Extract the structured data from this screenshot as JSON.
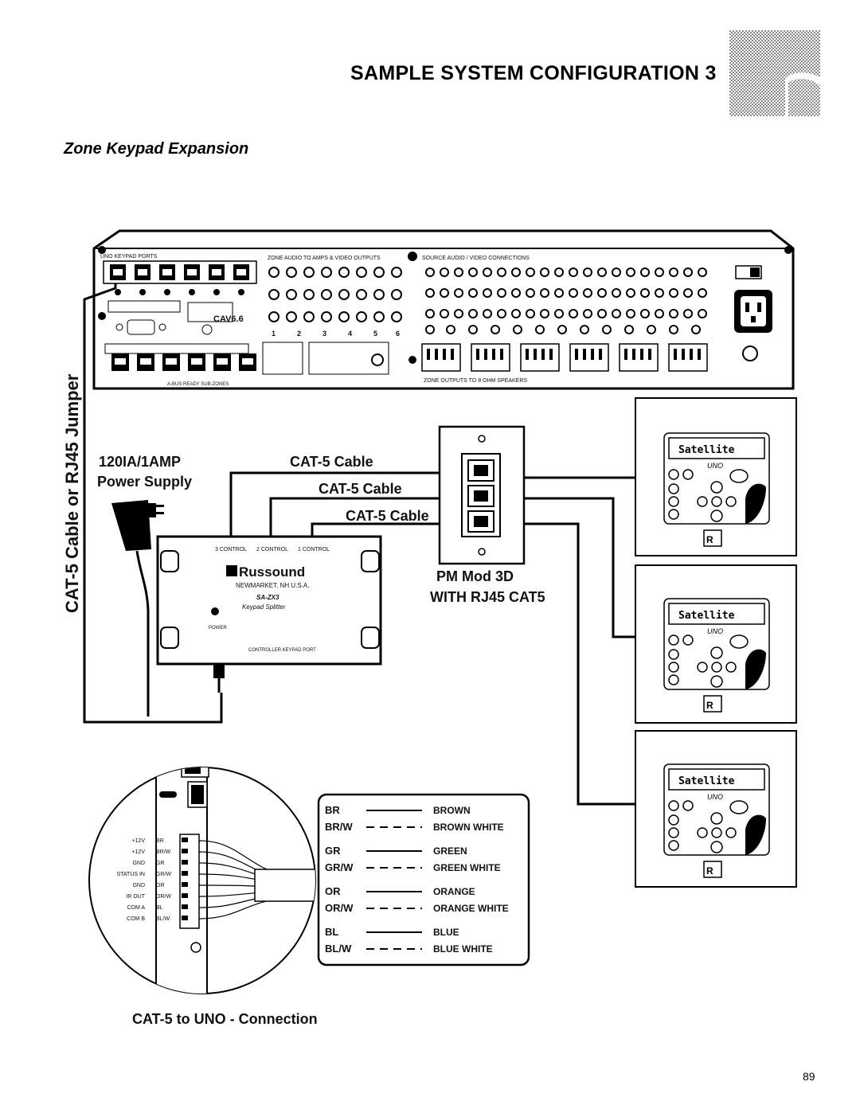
{
  "header": {
    "title": "SAMPLE SYSTEM CONFIGURATION 3",
    "subtitle": "Zone Keypad Expansion"
  },
  "controller": {
    "top_labels": [
      "UNO KEYPAD PORTS",
      "ZONE AUDIO TO AMPS & VIDEO OUTPUTS",
      "SOURCE AUDIO / VIDEO CONNECTIONS"
    ],
    "zone_numbers": [
      "1",
      "2",
      "3",
      "4",
      "5",
      "6"
    ],
    "model": "CAV6.6",
    "bottom_label": "ZONE OUTPUTS TO 8 OHM SPEAKERS",
    "sub_zones_label": "A-BUS READY SUB-ZONES"
  },
  "labels": {
    "power_supply": "120IA/1AMP\nPower Supply",
    "power_supply_line1": "120IA/1AMP",
    "power_supply_line2": "Power Supply",
    "vertical_cable": "CAT-5 Cable or RJ45 Jumper",
    "cable_1": "CAT-5 Cable",
    "cable_2": "CAT-5 Cable",
    "cable_3": "CAT-5 Cable",
    "wallplate_line1": "PM Mod 3D",
    "wallplate_line2": "WITH RJ45 CAT5"
  },
  "splitter": {
    "brand": "Russound",
    "location": "NEWMARKET, NH U.S.A.",
    "model": "SA-ZX3",
    "name": "Keypad Splitter",
    "ports": [
      "3 CONTROL",
      "2 CONTROL",
      "1 CONTROL"
    ],
    "power_label": "POWER",
    "controller_port": "CONTROLLER KEYPAD PORT"
  },
  "keypads": [
    {
      "display": "Satellite",
      "brand": "UNO"
    },
    {
      "display": "Satellite",
      "brand": "UNO"
    },
    {
      "display": "Satellite",
      "brand": "UNO"
    }
  ],
  "terminal_labels": [
    "+12V",
    "+12V",
    "GND",
    "STATUS IN",
    "GND",
    "IR OUT",
    "COM A",
    "COM B"
  ],
  "terminal_wires": [
    "BR",
    "BR/W",
    "GR",
    "GR/W",
    "OR",
    "OR/W",
    "BL",
    "BL/W"
  ],
  "legend": [
    {
      "code": "BR",
      "name": "BROWN",
      "style": "solid"
    },
    {
      "code": "BR/W",
      "name": "BROWN WHITE",
      "style": "dashed"
    },
    {
      "code": "GR",
      "name": "GREEN",
      "style": "solid"
    },
    {
      "code": "GR/W",
      "name": "GREEN WHITE",
      "style": "dashed"
    },
    {
      "code": "OR",
      "name": "ORANGE",
      "style": "solid"
    },
    {
      "code": "OR/W",
      "name": "ORANGE WHITE",
      "style": "dashed"
    },
    {
      "code": "BL",
      "name": "BLUE",
      "style": "solid"
    },
    {
      "code": "BL/W",
      "name": "BLUE WHITE",
      "style": "dashed"
    }
  ],
  "connection_caption": "CAT-5 to UNO - Connection",
  "page_number": "89"
}
